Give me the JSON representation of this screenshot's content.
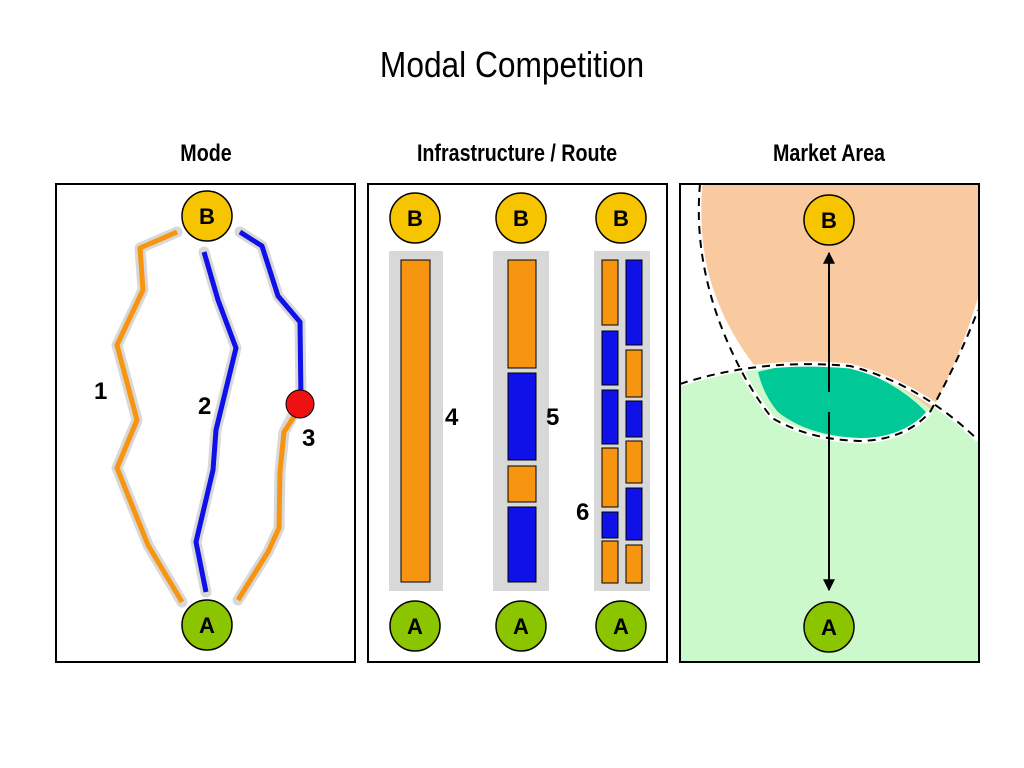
{
  "title": "Modal Competition",
  "panels": {
    "mode": {
      "title": "Mode"
    },
    "infrastructure": {
      "title": "Infrastructure / Route"
    },
    "market": {
      "title": "Market Area"
    }
  },
  "nodes": {
    "origin": "A",
    "destination": "B"
  },
  "labels": {
    "route_1": "1",
    "route_2": "2",
    "route_3": "3",
    "infra_4": "4",
    "infra_5": "5",
    "infra_6": "6"
  },
  "colors": {
    "orange": "#f79410",
    "blue": "#1010e8",
    "node_b": "#f7c500",
    "node_a": "#8ac500",
    "transfer_point": "#ee1111",
    "market_b": "#f9c9a0",
    "market_a": "#ccf9cc",
    "market_overlap": "#00c896",
    "route_halo": "#d8d8d8"
  },
  "icons": {
    "transfer": "red-circle-icon"
  }
}
